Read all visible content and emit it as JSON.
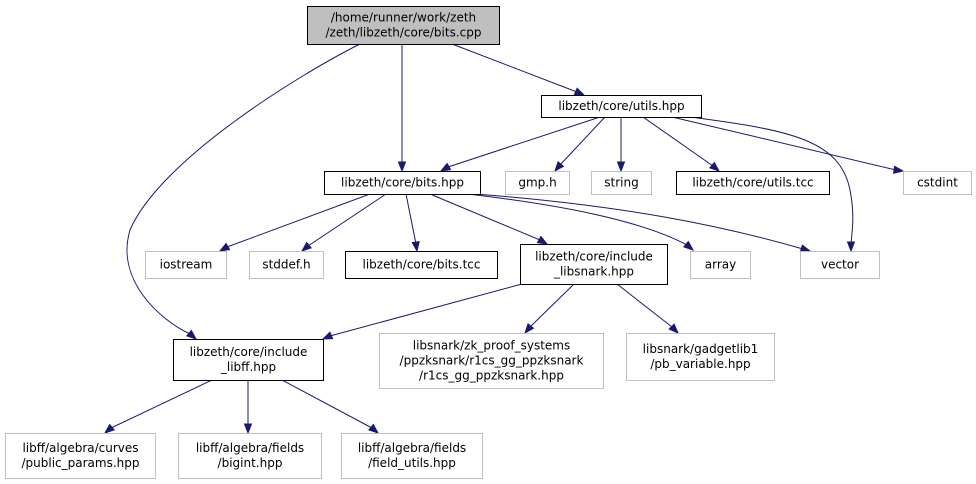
{
  "graph": {
    "colors": {
      "edge": "#191970",
      "root_fill": "#bfbfbf",
      "documented_border": "#000000",
      "external_border": "#bfbfbf",
      "external_text": "#444444",
      "fill": "#ffffff"
    },
    "nodes": [
      {
        "id": "bits_cpp",
        "kind": "root",
        "lines": [
          "/home/runner/work/zeth",
          "/zeth/libzeth/core/bits.cpp"
        ]
      },
      {
        "id": "utils_hpp",
        "kind": "documented",
        "lines": [
          "libzeth/core/utils.hpp"
        ]
      },
      {
        "id": "bits_hpp",
        "kind": "documented",
        "lines": [
          "libzeth/core/bits.hpp"
        ]
      },
      {
        "id": "gmp_h",
        "kind": "external",
        "lines": [
          "gmp.h"
        ]
      },
      {
        "id": "string",
        "kind": "external",
        "lines": [
          "string"
        ]
      },
      {
        "id": "utils_tcc",
        "kind": "documented",
        "lines": [
          "libzeth/core/utils.tcc"
        ]
      },
      {
        "id": "cstdint",
        "kind": "external",
        "lines": [
          "cstdint"
        ]
      },
      {
        "id": "iostream",
        "kind": "external",
        "lines": [
          "iostream"
        ]
      },
      {
        "id": "stddef_h",
        "kind": "external",
        "lines": [
          "stddef.h"
        ]
      },
      {
        "id": "bits_tcc",
        "kind": "documented",
        "lines": [
          "libzeth/core/bits.tcc"
        ]
      },
      {
        "id": "include_libsnark",
        "kind": "documented",
        "lines": [
          "libzeth/core/include",
          "_libsnark.hpp"
        ]
      },
      {
        "id": "array",
        "kind": "external",
        "lines": [
          "array"
        ]
      },
      {
        "id": "vector",
        "kind": "external",
        "lines": [
          "vector"
        ]
      },
      {
        "id": "include_libff",
        "kind": "documented",
        "lines": [
          "libzeth/core/include",
          "_libff.hpp"
        ]
      },
      {
        "id": "r1cs_gg_ppzksnark",
        "kind": "external",
        "lines": [
          "libsnark/zk_proof_systems",
          "/ppzksnark/r1cs_gg_ppzksnark",
          "/r1cs_gg_ppzksnark.hpp"
        ]
      },
      {
        "id": "pb_variable",
        "kind": "external",
        "lines": [
          "libsnark/gadgetlib1",
          "/pb_variable.hpp"
        ]
      },
      {
        "id": "public_params",
        "kind": "external",
        "lines": [
          "libff/algebra/curves",
          "/public_params.hpp"
        ]
      },
      {
        "id": "bigint",
        "kind": "external",
        "lines": [
          "libff/algebra/fields",
          "/bigint.hpp"
        ]
      },
      {
        "id": "field_utils",
        "kind": "external",
        "lines": [
          "libff/algebra/fields",
          "/field_utils.hpp"
        ]
      }
    ],
    "edges": [
      {
        "from": "bits_cpp",
        "to": "utils_hpp"
      },
      {
        "from": "bits_cpp",
        "to": "bits_hpp"
      },
      {
        "from": "bits_cpp",
        "to": "include_libff"
      },
      {
        "from": "utils_hpp",
        "to": "bits_hpp"
      },
      {
        "from": "utils_hpp",
        "to": "gmp_h"
      },
      {
        "from": "utils_hpp",
        "to": "string"
      },
      {
        "from": "utils_hpp",
        "to": "utils_tcc"
      },
      {
        "from": "utils_hpp",
        "to": "cstdint"
      },
      {
        "from": "utils_hpp",
        "to": "vector"
      },
      {
        "from": "bits_hpp",
        "to": "iostream"
      },
      {
        "from": "bits_hpp",
        "to": "stddef_h"
      },
      {
        "from": "bits_hpp",
        "to": "bits_tcc"
      },
      {
        "from": "bits_hpp",
        "to": "include_libsnark"
      },
      {
        "from": "bits_hpp",
        "to": "array"
      },
      {
        "from": "bits_hpp",
        "to": "vector"
      },
      {
        "from": "include_libsnark",
        "to": "include_libff"
      },
      {
        "from": "include_libsnark",
        "to": "r1cs_gg_ppzksnark"
      },
      {
        "from": "include_libsnark",
        "to": "pb_variable"
      },
      {
        "from": "include_libff",
        "to": "public_params"
      },
      {
        "from": "include_libff",
        "to": "bigint"
      },
      {
        "from": "include_libff",
        "to": "field_utils"
      }
    ]
  }
}
